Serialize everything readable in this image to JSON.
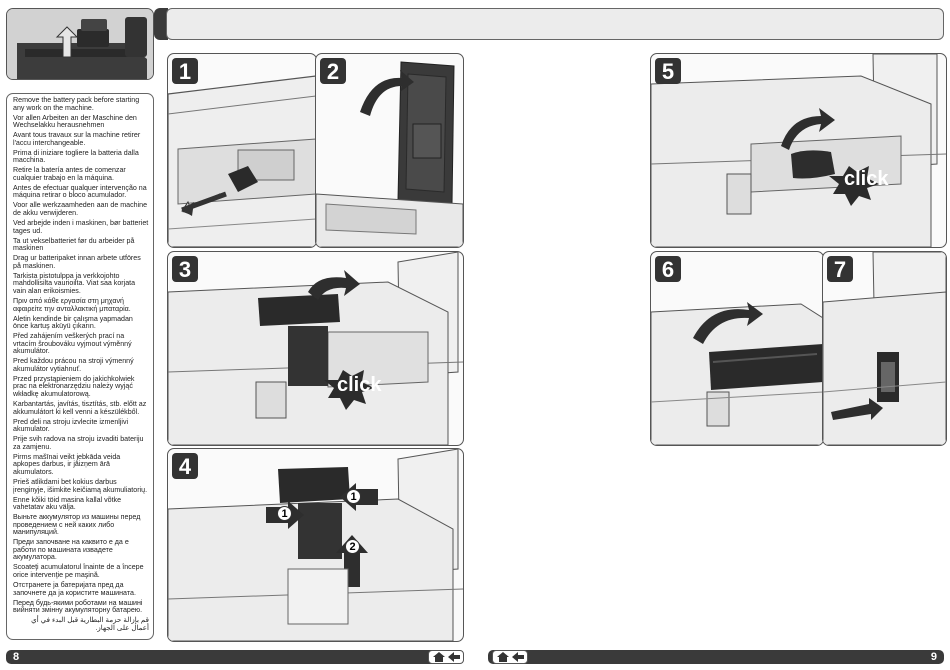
{
  "steps": [
    "1",
    "2",
    "3",
    "4",
    "5",
    "6",
    "7"
  ],
  "click_label": "click",
  "sub_step_labels": [
    "1",
    "1",
    "2"
  ],
  "pages": {
    "left": "8",
    "right": "9"
  },
  "warnings": [
    "Remove the battery pack before starting any work on the machine.",
    "Vor allen Arbeiten an der Maschine den Wechselakku herausnehmen",
    "Avant tous travaux sur la machine retirer l'accu interchangeable.",
    "Prima di iniziare togliere la batteria dalla macchina.",
    "Retire la batería antes de comenzar cualquier trabajo en la máquina.",
    "Antes de efectuar qualquer intervenção na máquina retirar o bloco acumulador.",
    "Voor alle werkzaamheden aan de machine de akku verwijderen.",
    "Ved arbejde inden i maskinen, bør batteriet tages ud.",
    "Ta ut vekselbatteriet før du arbeider på maskinen",
    "Drag ur batteripaket innan arbete utföres på maskinen.",
    "Tarkista pistotulppa ja verkkojohto mahdollisilta vaurioilta. Viat saa korjata vain alan erikoismies.",
    "Πριν από κάθε εργασία στη μηχανή αφαιρείτε την ανταλλακτική μπαταρία.",
    "Aletin kendinde bir çalışma yapmadan önce kartuş aküyü çıkarın.",
    "Před zahájením veškerých prací na vrtacím šroubováku vyjmout výměnný akumulátor.",
    "Pred každou prácou na stroji výmenný akumulátor vytiahnuť.",
    "Przed przystąpieniem do jakichkolwiek prac na elektronarzędziu należy wyjąć wkładkę akumulatorową.",
    "Karbantartás, javítás, tisztítás, stb. előtt az akkumulátort ki kell venni a készülékből.",
    "Pred deli na stroju izvlecite izmenljivi akumulator.",
    "Prije svih radova na stroju izvaditi bateriju za zamjenu.",
    "Pirms mašīnai veikt jebkāda veida apkopes darbus, ir jāizņem ārā akumulators.",
    "Prieš atlikdami bet kokius darbus įrenginyje, išimkite keičiamą akumuliatorių.",
    "Enne kõiki töid masina kallal võtke vahetatav aku välja.",
    "Выньте аккумулятор из машины перед проведением с ней каких либо манипуляций.",
    "Преди започване на каквито е да е работи по машината извадете акумулатора.",
    "Scoateţi acumulatorul înainte de a începe orice intervenţie pe maşină.",
    "Отстранете ја батеријата пред да започнете да ја користите машината.",
    "Перед будь-якими роботами на машині вийняти змінну акумуляторну батарею.",
    "قم بإزالة حزمة البطارية قبل البدء في أي أعمال على الجهاز."
  ],
  "icons": {
    "home": "home-icon",
    "back": "arrow-left-icon"
  }
}
